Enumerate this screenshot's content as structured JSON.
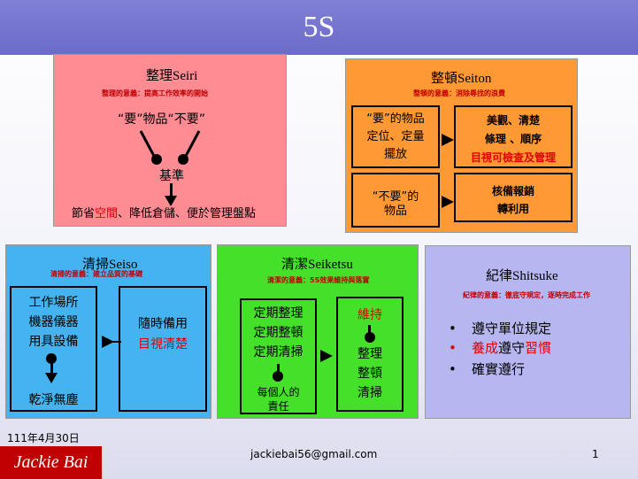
{
  "slide": {
    "title": "5S"
  },
  "seiri": {
    "title_zh": "整理",
    "title_en": "Seiri",
    "subtitle": "整理的意義：提高工作效率的開始",
    "want": "“要”物品“不要”",
    "basis": "基準",
    "bottom_a": "節省",
    "bottom_b": "空間",
    "bottom_c": "、降低倉儲、便於管理盤點"
  },
  "seiton": {
    "title_zh": "整頓",
    "title_en": "Seiton",
    "subtitle": "整頓的意義：消除尋找的浪費",
    "want_line1": "“要”的物品",
    "want_line2": "定位、定量",
    "want_line3": "擺放",
    "result_line1": "美觀、清楚",
    "result_line2": "條理 、順序",
    "result_line3": "目視可檢查及管理",
    "nowant_line1": "“不要”的",
    "nowant_line2": "物品",
    "dispose_line1": "核備報銷",
    "dispose_line2": "轉利用"
  },
  "seiso": {
    "title_zh": "清掃",
    "title_en": "Seiso",
    "subtitle": "清掃的意義：建立品質的基礎",
    "left_line1": "工作場所",
    "left_line2": "機器儀器",
    "left_line3": "用具設備",
    "left_result": "乾淨無塵",
    "right_line1": "隨時備用",
    "right_line2": "目視清楚"
  },
  "seiketsu": {
    "title_zh": "清潔",
    "title_en": "Seiketsu",
    "subtitle": "清潔的意義：5S效果維持與落實",
    "left_line1": "定期整理",
    "left_line2": "定期整頓",
    "left_line3": "定期清掃",
    "left_bottom1": "每個人的",
    "left_bottom2": "責任",
    "right_top": "維持",
    "right_line1": "整理",
    "right_line2": "整頓",
    "right_line3": "清掃"
  },
  "shitsuke": {
    "title_zh": "紀律",
    "title_en": "Shitsuke",
    "subtitle": "紀律的意義：徹底守規定，逐時完成工作",
    "bullet1": "遵守單位規定",
    "bullet2a": "養成",
    "bullet2b": "遵守",
    "bullet2c": "習慣",
    "bullet3": "確實遵行",
    "bullet_mark": "•"
  },
  "footer": {
    "date": "111年4月30日",
    "author": "Jackie Bai",
    "email": "jackiebai56@gmail.com",
    "page": "1"
  }
}
